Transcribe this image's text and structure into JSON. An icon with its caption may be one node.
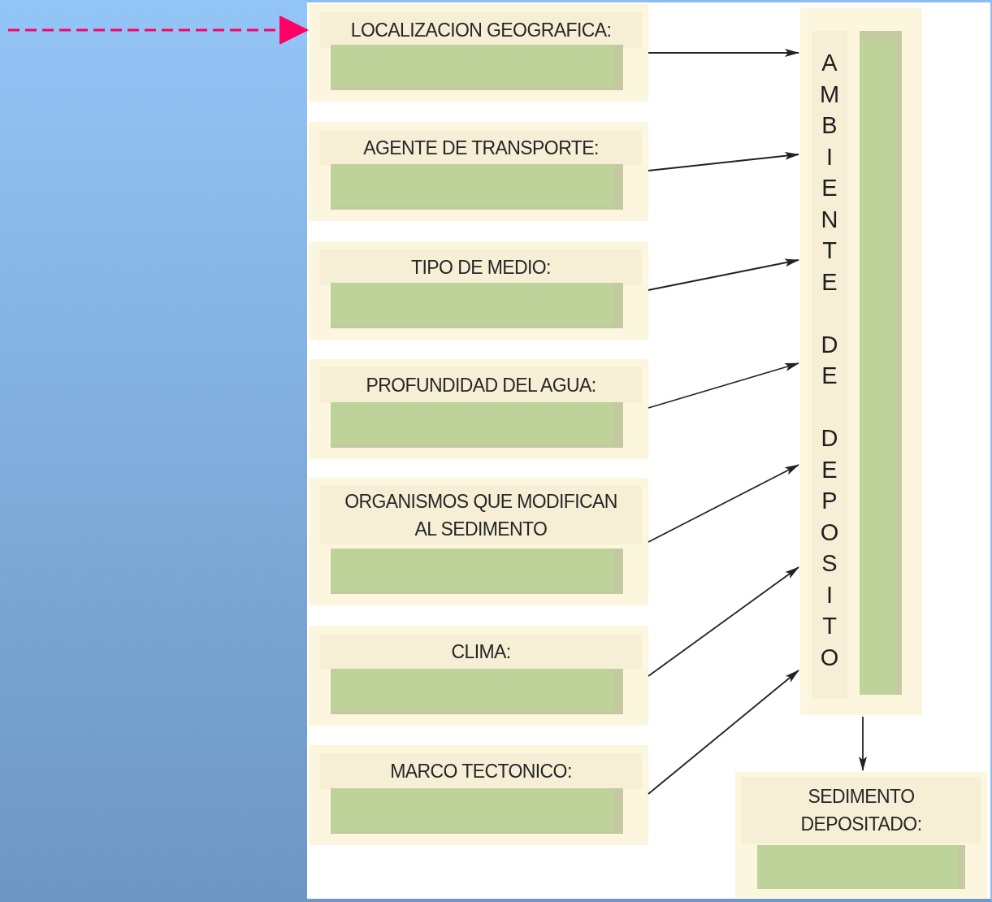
{
  "diagram": {
    "nodes": [
      {
        "text": [
          "LOCALIZACION GEOGRAFICA:"
        ]
      },
      {
        "text": [
          "AGENTE DE TRANSPORTE:"
        ]
      },
      {
        "text": [
          "TIPO DE MEDIO:"
        ]
      },
      {
        "text": [
          "PROFUNDIDAD DEL AGUA:"
        ]
      },
      {
        "text": [
          "ORGANISMOS QUE MODIFICAN AL SEDIMENTO"
        ]
      },
      {
        "text": [
          "CLIMA:"
        ]
      },
      {
        "text": [
          "MARCO TECTONICO:"
        ]
      },
      {
        "text": [
          "AMBIENTE DE DEPOSITO"
        ]
      },
      {
        "text": [
          "SEDIMENTO DEPOSITADO:"
        ]
      }
    ],
    "edges": [
      {
        "from": null,
        "to": 0,
        "arrow": "to",
        "style": "dashed",
        "color": "#ff0066"
      },
      {
        "from": 0,
        "to": 7,
        "arrow": "to"
      },
      {
        "from": 1,
        "to": 7,
        "arrow": "to"
      },
      {
        "from": 2,
        "to": 7,
        "arrow": "to"
      },
      {
        "from": 3,
        "to": 7,
        "arrow": "to"
      },
      {
        "from": 4,
        "to": 7,
        "arrow": "to"
      },
      {
        "from": 5,
        "to": 7,
        "arrow": "to"
      },
      {
        "from": 6,
        "to": 7,
        "arrow": "to"
      },
      {
        "from": 7,
        "to": 8,
        "arrow": "to"
      }
    ]
  }
}
